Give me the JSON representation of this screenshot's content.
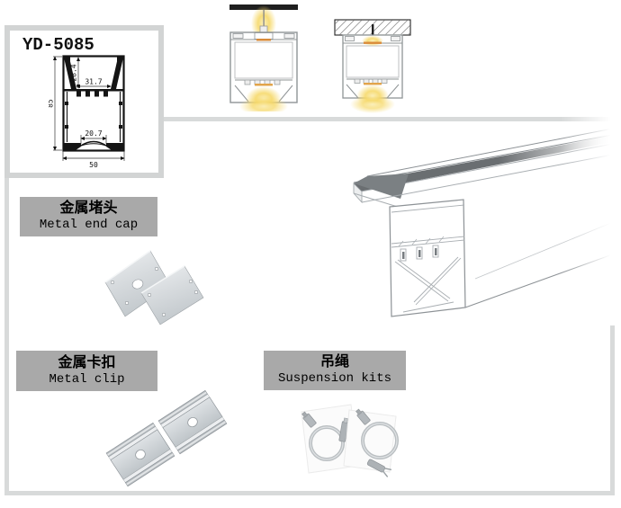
{
  "product": {
    "model": "YD-5085",
    "dimensions": {
      "overall_height": "85",
      "overall_width": "50",
      "top_cavity_depth": "28.4",
      "top_cavity_width": "31.7",
      "diffuser_width": "20.7"
    }
  },
  "accessories": {
    "end_cap": {
      "label_zh": "金属堵头",
      "label_en": "Metal end cap"
    },
    "clip": {
      "label_zh": "金属卡扣",
      "label_en": "Metal clip"
    },
    "suspension": {
      "label_zh": "吊绳",
      "label_en": "Suspension kits"
    }
  },
  "colors": {
    "frame_border": "#d8dada",
    "model_box_border": "#d2d4d4",
    "label_background": "#a9a9a9",
    "label_text": "#000000",
    "drawing_line": "#141414",
    "glow_yellow": "#f6d96b",
    "ceiling_black": "#1f1f1f",
    "render_line": "#9aa0a4",
    "metal_light": "#e8ebed",
    "metal_mid": "#c9ced2"
  }
}
